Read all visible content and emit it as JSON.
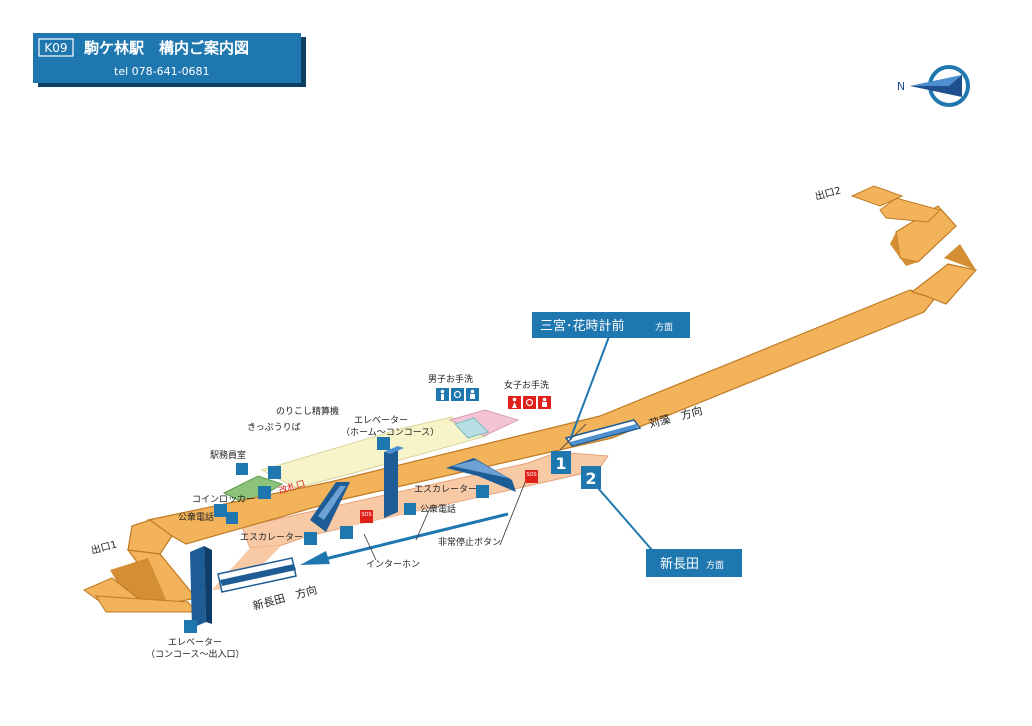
{
  "header": {
    "station_code": "K09",
    "title": "駒ケ林駅　構内ご案内図",
    "tel": "tel 078-641-0681"
  },
  "compass": {
    "north_label": "N"
  },
  "exits": {
    "exit1": "出口1",
    "exit2": "出口2"
  },
  "platform_numbers": {
    "p1": "1",
    "p2": "2"
  },
  "destinations": {
    "sannomiya": {
      "name": "三宮･花時計前",
      "suffix": "方面"
    },
    "shinnagata": {
      "name": "新長田",
      "suffix": "方面"
    }
  },
  "directions": {
    "karumo": "苅藻　方向",
    "shinnagata": "新長田　方向"
  },
  "labels": {
    "mens_toilet": "男子お手洗",
    "womens_toilet": "女子お手洗",
    "fare_adjust": "のりこし精算機",
    "ticket_machine": "きっぷうりば",
    "station_office": "駅務員室",
    "elevator_top": "エレベーター",
    "elevator_top_sub": "（ホーム～コンコース）",
    "ticket_gate": "改札口",
    "coin_locker": "コインロッカー",
    "payphone_left": "公衆電話",
    "payphone_mid": "公衆電話",
    "escalator_right": "エスカレーター",
    "escalator_left": "エスカレーター",
    "emergency_button": "非常停止ボタン",
    "intercom": "インターホン",
    "elevator_bottom": "エレベーター",
    "elevator_bottom_sub": "（コンコース～出入口）",
    "sos": "SOS"
  },
  "colors": {
    "header_bg": "#1f77b0",
    "concourse": "#f2b35a",
    "platform": "#f7c9a5",
    "walkway_light": "#f6f4c8",
    "office_green": "#8cc27a",
    "toilet_pink": "#f3c4d6",
    "toilet_teal": "#b8e0e4",
    "pillar_blue": "#1e5c96",
    "accent_blue": "#1f77b0",
    "sos_red": "#e0201b"
  }
}
